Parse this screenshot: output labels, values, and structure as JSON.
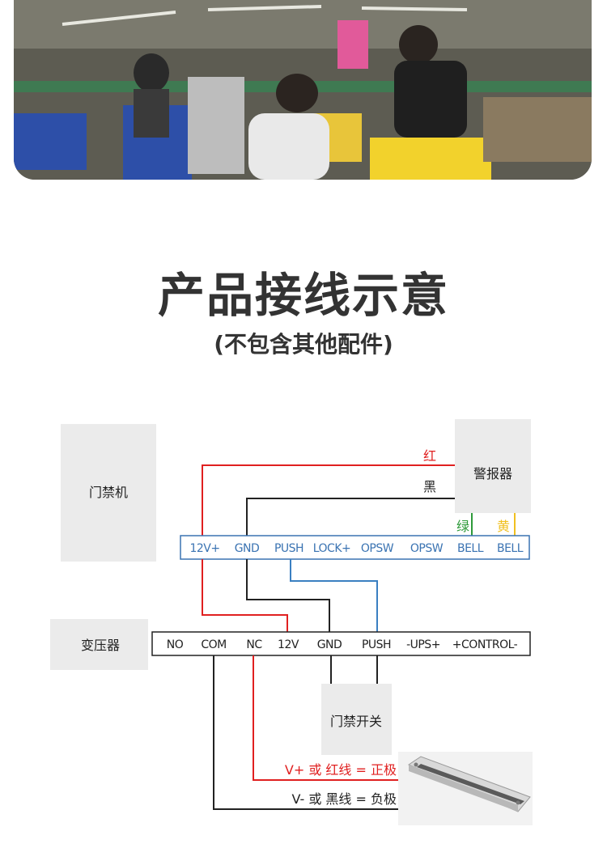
{
  "heading": {
    "title": "产品接线示意",
    "subtitle": "(不包含其他配件)"
  },
  "boxes": {
    "access_controller": "门禁机",
    "alarm": "警报器",
    "transformer": "变压器",
    "exit_switch": "门禁开关"
  },
  "wire_labels": {
    "red": "红",
    "black": "黑",
    "green": "绿",
    "yellow": "黄"
  },
  "controller_terminals": [
    "12V+",
    "GND",
    "PUSH",
    "LOCK+",
    "OPSW",
    "OPSW",
    "BELL",
    "BELL"
  ],
  "transformer_terminals": [
    "NO",
    "COM",
    "NC",
    "12V",
    "GND",
    "PUSH",
    "-UPS+",
    "+CONTROL-"
  ],
  "magnet_notes": {
    "positive": "V+ 或 红线 = 正极",
    "negative": "V- 或 黑线 = 负极"
  },
  "colors": {
    "red_wire": "#e02020",
    "black_wire": "#222222",
    "blue_wire": "#3a7fc1",
    "green_wire": "#2e9a3a",
    "yellow_wire": "#f0c020",
    "box_gray": "#ebebeb",
    "terminal_blue": "#3a73b2",
    "text_dark": "#333333"
  }
}
